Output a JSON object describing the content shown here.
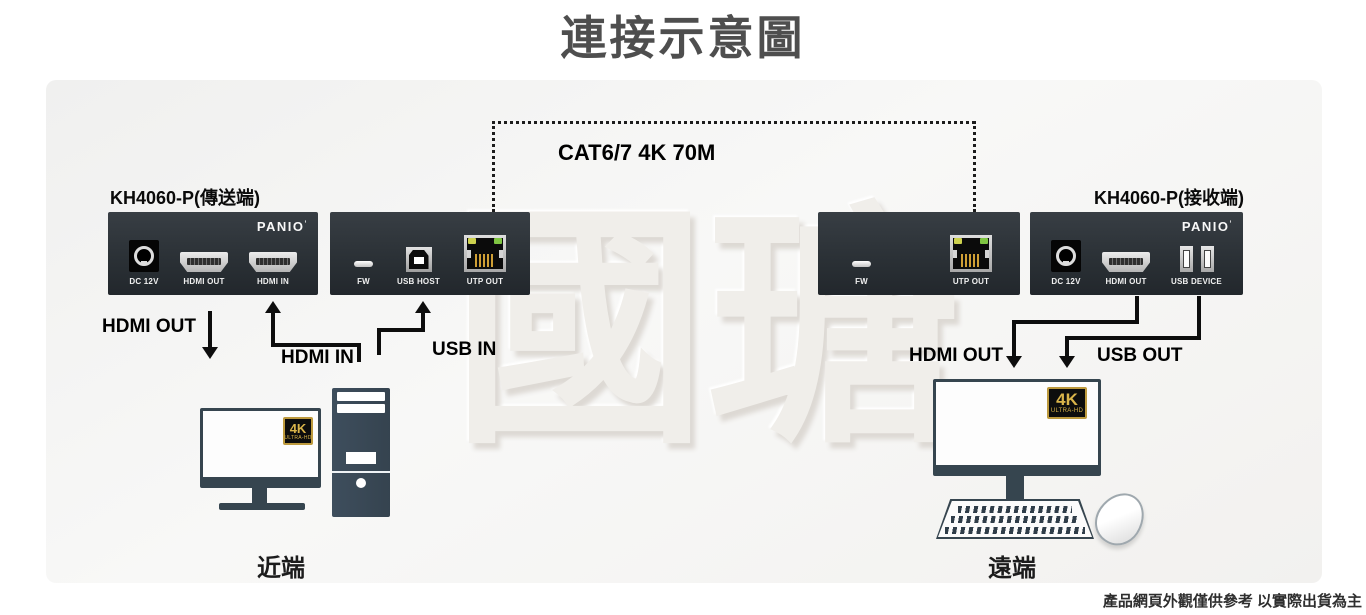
{
  "title": "連接示意圖",
  "watermark": "國瑭",
  "cable": {
    "label": "CAT6/7 4K 70M"
  },
  "devices": [
    {
      "label": "KH4060-P(傳送端)",
      "brand": "PANIO",
      "brand_mark": "’",
      "ports": [
        {
          "type": "dc-jack",
          "label": "DC 12V"
        },
        {
          "type": "hdmi",
          "label": "HDMI OUT"
        },
        {
          "type": "hdmi",
          "label": "HDMI IN"
        }
      ]
    },
    {
      "ports": [
        {
          "type": "fw-slot",
          "label": "FW"
        },
        {
          "type": "usb-b",
          "label": "USB HOST"
        },
        {
          "type": "rj45",
          "label": "UTP OUT"
        }
      ]
    },
    {
      "ports": [
        {
          "type": "fw-slot",
          "label": "FW"
        },
        {
          "type": "rj45",
          "label": "UTP OUT"
        }
      ]
    },
    {
      "label": "KH4060-P(接收端)",
      "brand": "PANIO",
      "brand_mark": "’",
      "ports": [
        {
          "type": "dc-jack",
          "label": "DC 12V"
        },
        {
          "type": "hdmi",
          "label": "HDMI OUT"
        },
        {
          "type": "usb-a-dual",
          "label": "USB DEVICE"
        }
      ]
    }
  ],
  "connections": {
    "near_hdmi_out": "HDMI OUT",
    "near_hdmi_in": "HDMI IN",
    "near_usb_in": "USB IN",
    "far_hdmi_out": "HDMI OUT",
    "far_usb_out": "USB OUT"
  },
  "badge_4k": {
    "main": "4K",
    "sub": "ULTRA-HD"
  },
  "endpoints": {
    "near": "近端",
    "far": "遠端"
  },
  "disclaimer": "產品網頁外觀僅供參考 以實際出貨為主",
  "colors": {
    "device_panel": "#2b3136",
    "computer_slate": "#36454f",
    "badge_gold": "#d9b44a",
    "rj45_pin_gold": "#cf9f35",
    "led_green": "#7fc542",
    "led_yellow": "#cdd14e"
  }
}
